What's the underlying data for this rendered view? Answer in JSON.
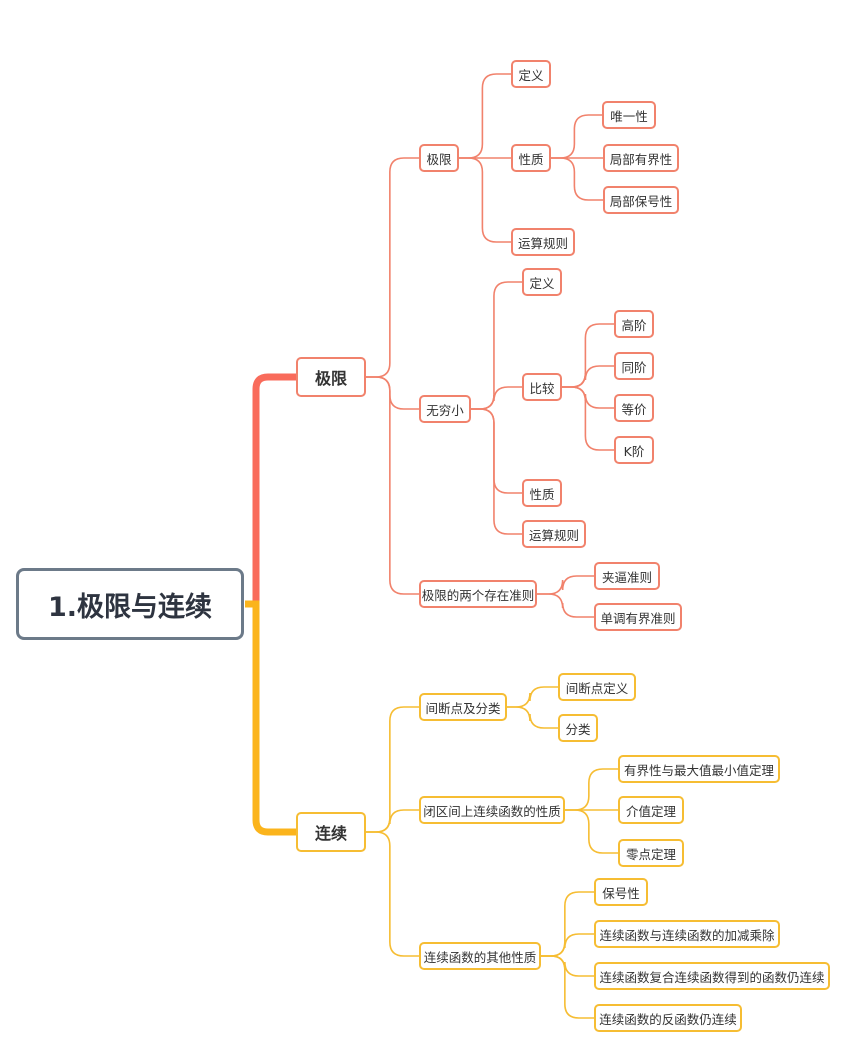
{
  "root": {
    "label": "1.极限与连续"
  },
  "limits": {
    "label": "极限",
    "color": "#f1826c",
    "branch_color": "#f96b5b",
    "limit": {
      "label": "极限",
      "definition": "定义",
      "properties": {
        "label": "性质",
        "items": [
          "唯一性",
          "局部有界性",
          "局部保号性"
        ]
      },
      "rules": "运算规则"
    },
    "infinitesimal": {
      "label": "无穷小",
      "definition": "定义",
      "comparison": {
        "label": "比较",
        "items": [
          "高阶",
          "同阶",
          "等价",
          "K阶"
        ]
      },
      "properties": "性质",
      "rules": "运算规则"
    },
    "criteria": {
      "label": "极限的两个存在准则",
      "items": [
        "夹逼准则",
        "单调有界准则"
      ]
    }
  },
  "continuity": {
    "label": "连续",
    "color": "#f6bd33",
    "branch_color": "#fbb41c",
    "discontinuity": {
      "label": "间断点及分类",
      "items": [
        "间断点定义",
        "分类"
      ]
    },
    "closed_interval": {
      "label": "闭区间上连续函数的性质",
      "items": [
        "有界性与最大值最小值定理",
        "介值定理",
        "零点定理"
      ]
    },
    "other": {
      "label": "连续函数的其他性质",
      "items": [
        "保号性",
        "连续函数与连续函数的加减乘除",
        "连续函数复合连续函数得到的函数仍连续",
        "连续函数的反函数仍连续"
      ]
    }
  }
}
